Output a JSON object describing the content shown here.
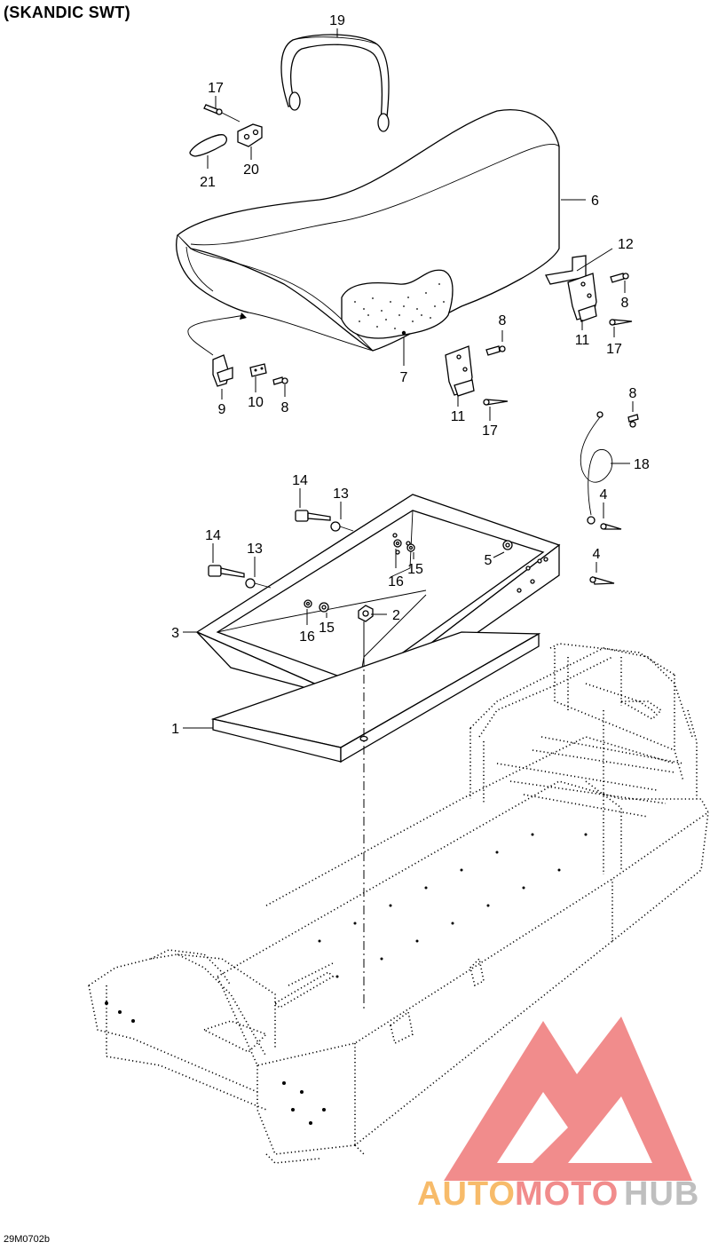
{
  "title": "(SKANDIC SWT)",
  "diagram_code": "29M0702b",
  "callouts": [
    "1",
    "2",
    "3",
    "4",
    "4",
    "5",
    "6",
    "7",
    "8",
    "8",
    "8",
    "8",
    "9",
    "10",
    "11",
    "11",
    "12",
    "13",
    "13",
    "14",
    "14",
    "15",
    "15",
    "16",
    "16",
    "17",
    "17",
    "17",
    "18",
    "19",
    "20",
    "21"
  ],
  "watermark": {
    "text_part1": "AUTO",
    "text_part2": "MOTO",
    "text_part3": "HUB",
    "color_orange": "#f7b45a",
    "color_red": "#f08080",
    "color_gray": "#b9b9b9"
  }
}
